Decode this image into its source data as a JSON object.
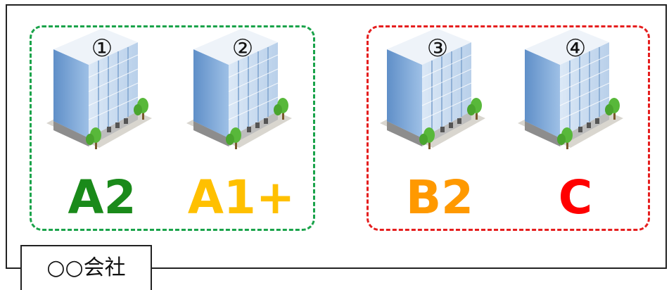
{
  "company_label": "○○会社",
  "buildings": [
    {
      "number": "①",
      "grade": "A2",
      "grade_color": "#1a8a1a"
    },
    {
      "number": "②",
      "grade": "A1+",
      "grade_color": "#ffc000"
    },
    {
      "number": "③",
      "grade": "B2",
      "grade_color": "#ff9900"
    },
    {
      "number": "④",
      "grade": "C",
      "grade_color": "#ff0000"
    }
  ],
  "groups": [
    {
      "border_color": "#1aa34a"
    },
    {
      "border_color": "#e51e1e"
    }
  ]
}
